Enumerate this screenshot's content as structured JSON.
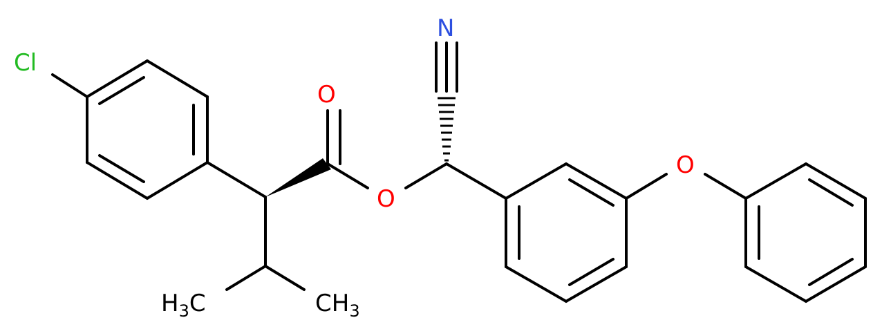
{
  "atoms": {
    "chlorine": {
      "label": "Cl",
      "color": "#22bb22"
    },
    "nitrogen": {
      "label": "N",
      "color": "#2d4fe0"
    },
    "carbonyl_oxygen": {
      "label": "O",
      "color": "#ff0000"
    },
    "ester_oxygen": {
      "label": "O",
      "color": "#ff0000"
    },
    "ether_oxygen": {
      "label": "O",
      "color": "#ff0000"
    },
    "methyl_left": {
      "main": "H",
      "sub": "3",
      "tail": "C",
      "color": "#000000"
    },
    "methyl_right": {
      "main": "CH",
      "sub": "3",
      "color": "#000000"
    }
  },
  "colors": {
    "bond": "#000000",
    "background": "#ffffff"
  }
}
